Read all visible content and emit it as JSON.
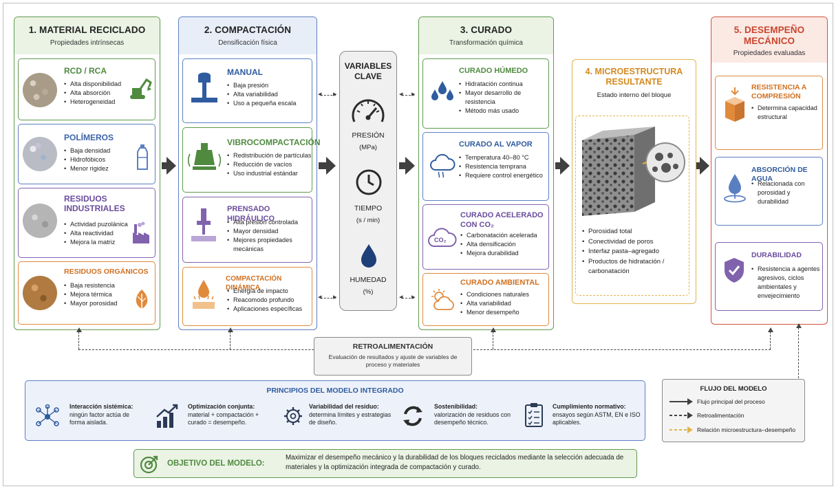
{
  "colors": {
    "green": "#5e9a4e",
    "blue": "#5a7fc1",
    "purple": "#8062ad",
    "orange": "#e08a3c",
    "red": "#d3543a",
    "gray": "#8a8a8a",
    "gold": "#e2b24a"
  },
  "col1": {
    "title": "1. MATERIAL RECICLADO",
    "subtitle": "Propiedades intrínsecas",
    "cards": [
      {
        "title": "RCD / RCA",
        "items": [
          "Alta disponibilidad",
          "Alta absorción",
          "Heterogeneidad"
        ],
        "icon": "excavator-icon"
      },
      {
        "title": "POLÍMEROS",
        "items": [
          "Baja densidad",
          "Hidrofóbicos",
          "Menor rigidez"
        ],
        "icon": "bottle-icon"
      },
      {
        "title": "RESIDUOS INDUSTRIALES",
        "items": [
          "Actividad puzolánica",
          "Alta reactividad",
          "Mejora la matriz"
        ],
        "icon": "factory-icon"
      },
      {
        "title": "RESIDUOS ORGÁNICOS",
        "items": [
          "Baja resistencia",
          "Mejora térmica",
          "Mayor porosidad"
        ],
        "icon": "leaf-icon"
      }
    ]
  },
  "col2": {
    "title": "2. COMPACTACIÓN",
    "subtitle": "Densificación física",
    "cards": [
      {
        "title": "MANUAL",
        "items": [
          "Baja presión",
          "Alta variabilidad",
          "Uso a pequeña escala"
        ],
        "icon": "hand-tamper-icon"
      },
      {
        "title": "VIBROCOMPACTACIÓN",
        "items": [
          "Redistribución de partículas",
          "Reducción de vacíos",
          "Uso industrial estándar"
        ],
        "icon": "vibrator-icon"
      },
      {
        "title": "PRENSADO HIDRÁULICO",
        "items": [
          "Alta presión controlada",
          "Mayor densidad",
          "Mejores propiedades mecánicas"
        ],
        "icon": "press-icon"
      },
      {
        "title": "COMPACTACIÓN DINÁMICA",
        "items": [
          "Energía de impacto",
          "Reacomodo profundo",
          "Aplicaciones específicas"
        ],
        "icon": "impact-icon"
      }
    ]
  },
  "variables": {
    "title": "VARIABLES CLAVE",
    "items": [
      {
        "label": "PRESIÓN",
        "unit": "(MPa)",
        "icon": "gauge-icon"
      },
      {
        "label": "TIEMPO",
        "unit": "(s / min)",
        "icon": "clock-icon"
      },
      {
        "label": "HUMEDAD",
        "unit": "(%)",
        "icon": "water-drop-icon"
      }
    ]
  },
  "col3": {
    "title": "3. CURADO",
    "subtitle": "Transformación química",
    "cards": [
      {
        "title": "CURADO HÚMEDO",
        "items": [
          "Hidratación continua",
          "Mayor desarrollo de resistencia",
          "Método más usado"
        ],
        "icon": "drops-icon"
      },
      {
        "title": "CURADO AL VAPOR",
        "items": [
          "Temperatura 40–80 °C",
          "Resistencia temprana",
          "Requiere control energético"
        ],
        "icon": "steam-cloud-icon"
      },
      {
        "title": "CURADO ACELERADO CON CO₂",
        "items": [
          "Carbonatación acelerada",
          "Alta densificación",
          "Mejora durabilidad"
        ],
        "icon": "co2-cloud-icon",
        "icon_text": "CO₂"
      },
      {
        "title": "CURADO AMBIENTAL",
        "items": [
          "Condiciones naturales",
          "Alta variabilidad",
          "Menor desempeño"
        ],
        "icon": "sun-cloud-icon"
      }
    ]
  },
  "col4": {
    "title": "4. MICROESTRUCTURA RESULTANTE",
    "subtitle": "Estado interno del bloque",
    "items": [
      "Porosidad total",
      "Conectividad de poros",
      "Interfaz pasta–agregado",
      "Productos de hidratación / carbonatación"
    ]
  },
  "col5": {
    "title": "5. DESEMPEÑO MECÁNICO",
    "subtitle": "Propiedades evaluadas",
    "cards": [
      {
        "title": "RESISTENCIA A COMPRESIÓN",
        "items": [
          "Determina capacidad estructural"
        ],
        "icon": "compression-cube-icon"
      },
      {
        "title": "ABSORCIÓN DE AGUA",
        "items": [
          "Relacionada con porosidad y durabilidad"
        ],
        "icon": "water-absorb-icon"
      },
      {
        "title": "DURABILIDAD",
        "items": [
          "Resistencia a agentes agresivos, ciclos ambientales y envejecimiento"
        ],
        "icon": "shield-check-icon"
      }
    ]
  },
  "feedback": {
    "title": "RETROALIMENTACIÓN",
    "text": "Evaluación de resultados y ajuste de variables de proceso y materiales"
  },
  "principles": {
    "title": "PRINCIPIOS DEL MODELO INTEGRADO",
    "items": [
      {
        "bold": "Interacción sistémica:",
        "text": "ningún factor actúa de forma aislada.",
        "icon": "network-icon"
      },
      {
        "bold": "Optimización conjunta:",
        "text": "material + compactación + curado = desempeño.",
        "icon": "growth-chart-icon"
      },
      {
        "bold": "Variabilidad del residuo:",
        "text": "determina límites y estrategias de diseño.",
        "icon": "gear-icon"
      },
      {
        "bold": "Sostenibilidad:",
        "text": "valorización de residuos con desempeño técnico.",
        "icon": "recycle-icon"
      },
      {
        "bold": "Cumplimiento normativo:",
        "text": "ensayos según ASTM, EN e ISO aplicables.",
        "icon": "clipboard-icon"
      }
    ]
  },
  "legend": {
    "title": "FLUJO DEL MODELO",
    "items": [
      {
        "label": "Flujo principal del proceso",
        "style": "solid"
      },
      {
        "label": "Retroalimentación",
        "style": "dashed"
      },
      {
        "label": "Relación microestructura–desempeño",
        "style": "gold-dashed"
      }
    ]
  },
  "objective": {
    "label": "OBJETIVO DEL MODELO:",
    "text": "Maximizar el desempeño mecánico y la durabilidad de los bloques reciclados mediante la selección adecuada de materiales y la optimización integrada de compactación y curado."
  }
}
